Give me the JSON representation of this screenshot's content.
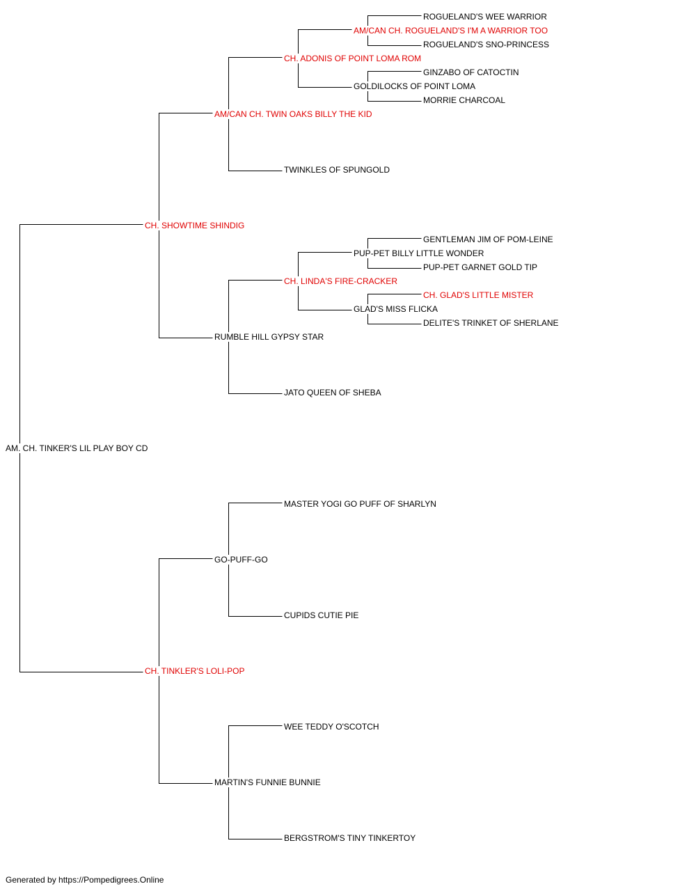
{
  "colors": {
    "champion": "#e00000",
    "normal": "#000000",
    "line": "#000000"
  },
  "pedigree": {
    "subject": {
      "name": "AM. CH. TINKER'S LIL PLAY BOY CD",
      "champion": false
    },
    "sire": {
      "name": "CH. SHOWTIME SHINDIG",
      "champion": true
    },
    "dam": {
      "name": "CH. TINKLER'S LOLI-POP",
      "champion": true
    },
    "ss": {
      "name": "AM/CAN CH. TWIN OAKS BILLY THE KID",
      "champion": true
    },
    "sd": {
      "name": "RUMBLE HILL GYPSY STAR",
      "champion": false
    },
    "ds": {
      "name": "GO-PUFF-GO",
      "champion": false
    },
    "dd": {
      "name": "MARTIN'S FUNNIE BUNNIE",
      "champion": false
    },
    "sss": {
      "name": "CH. ADONIS OF POINT LOMA ROM",
      "champion": true
    },
    "ssd": {
      "name": "TWINKLES OF SPUNGOLD",
      "champion": false
    },
    "sds": {
      "name": "CH. LINDA'S FIRE-CRACKER",
      "champion": true
    },
    "sdd": {
      "name": "JATO QUEEN OF SHEBA",
      "champion": false
    },
    "dss": {
      "name": "MASTER YOGI GO PUFF OF SHARLYN",
      "champion": false
    },
    "dsd": {
      "name": "CUPIDS CUTIE PIE",
      "champion": false
    },
    "dds": {
      "name": "WEE TEDDY O'SCOTCH",
      "champion": false
    },
    "ddd": {
      "name": "BERGSTROM'S TINY TINKERTOY",
      "champion": false
    },
    "ssss": {
      "name": "AM/CAN CH. ROGUELAND'S I'M A WARRIOR TOO",
      "champion": true
    },
    "sssd": {
      "name": "GOLDILOCKS OF POINT LOMA",
      "champion": false
    },
    "sdss": {
      "name": "PUP-PET BILLY LITTLE WONDER",
      "champion": false
    },
    "sdsd": {
      "name": "GLAD'S MISS FLICKA",
      "champion": false
    },
    "sssss": {
      "name": "ROGUELAND'S WEE WARRIOR",
      "champion": false
    },
    "ssssd": {
      "name": "ROGUELAND'S SNO-PRINCESS",
      "champion": false
    },
    "sssds": {
      "name": "GINZABO OF CATOCTIN",
      "champion": false
    },
    "sssdd": {
      "name": "MORRIE CHARCOAL",
      "champion": false
    },
    "sdsss": {
      "name": "GENTLEMAN JIM OF POM-LEINE",
      "champion": false
    },
    "sdssd": {
      "name": "PUP-PET GARNET GOLD TIP",
      "champion": false
    },
    "sdsds": {
      "name": "CH. GLAD'S LITTLE MISTER",
      "champion": true
    },
    "sdsdd": {
      "name": "DELITE'S TRINKET OF SHERLANE",
      "champion": false
    }
  },
  "footer": "Generated by https://Pompedigrees.Online"
}
